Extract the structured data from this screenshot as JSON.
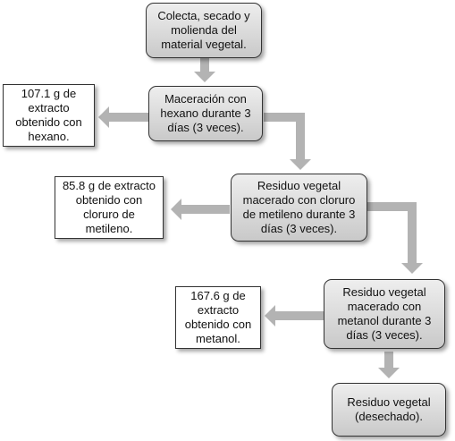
{
  "nodes": {
    "collection": "Colecta, secado y\nmolienda del\nmaterial vegetal.",
    "hexane_maceration": "Maceración con\nhexano durante 3\ndías (3 veces).",
    "hexane_extract": "107.1 g de\nextracto\nobtenido con\nhexano.",
    "dcm_maceration": "Residuo vegetal\nmacerado con cloruro\nde metileno durante 3\ndías (3 veces).",
    "dcm_extract": "85.8 g de extracto\nobtenido con\ncloruro de\nmetileno.",
    "methanol_maceration": "Residuo vegetal\nmacerado con\nmetanol durante 3\ndías (3 veces).",
    "methanol_extract": "167.6 g de\nextracto\nobtenido con\nmetanol.",
    "discarded": "Residuo vegetal\n(desechado)."
  },
  "colors": {
    "arrow": "#b3b3b3",
    "border": "#333333"
  }
}
